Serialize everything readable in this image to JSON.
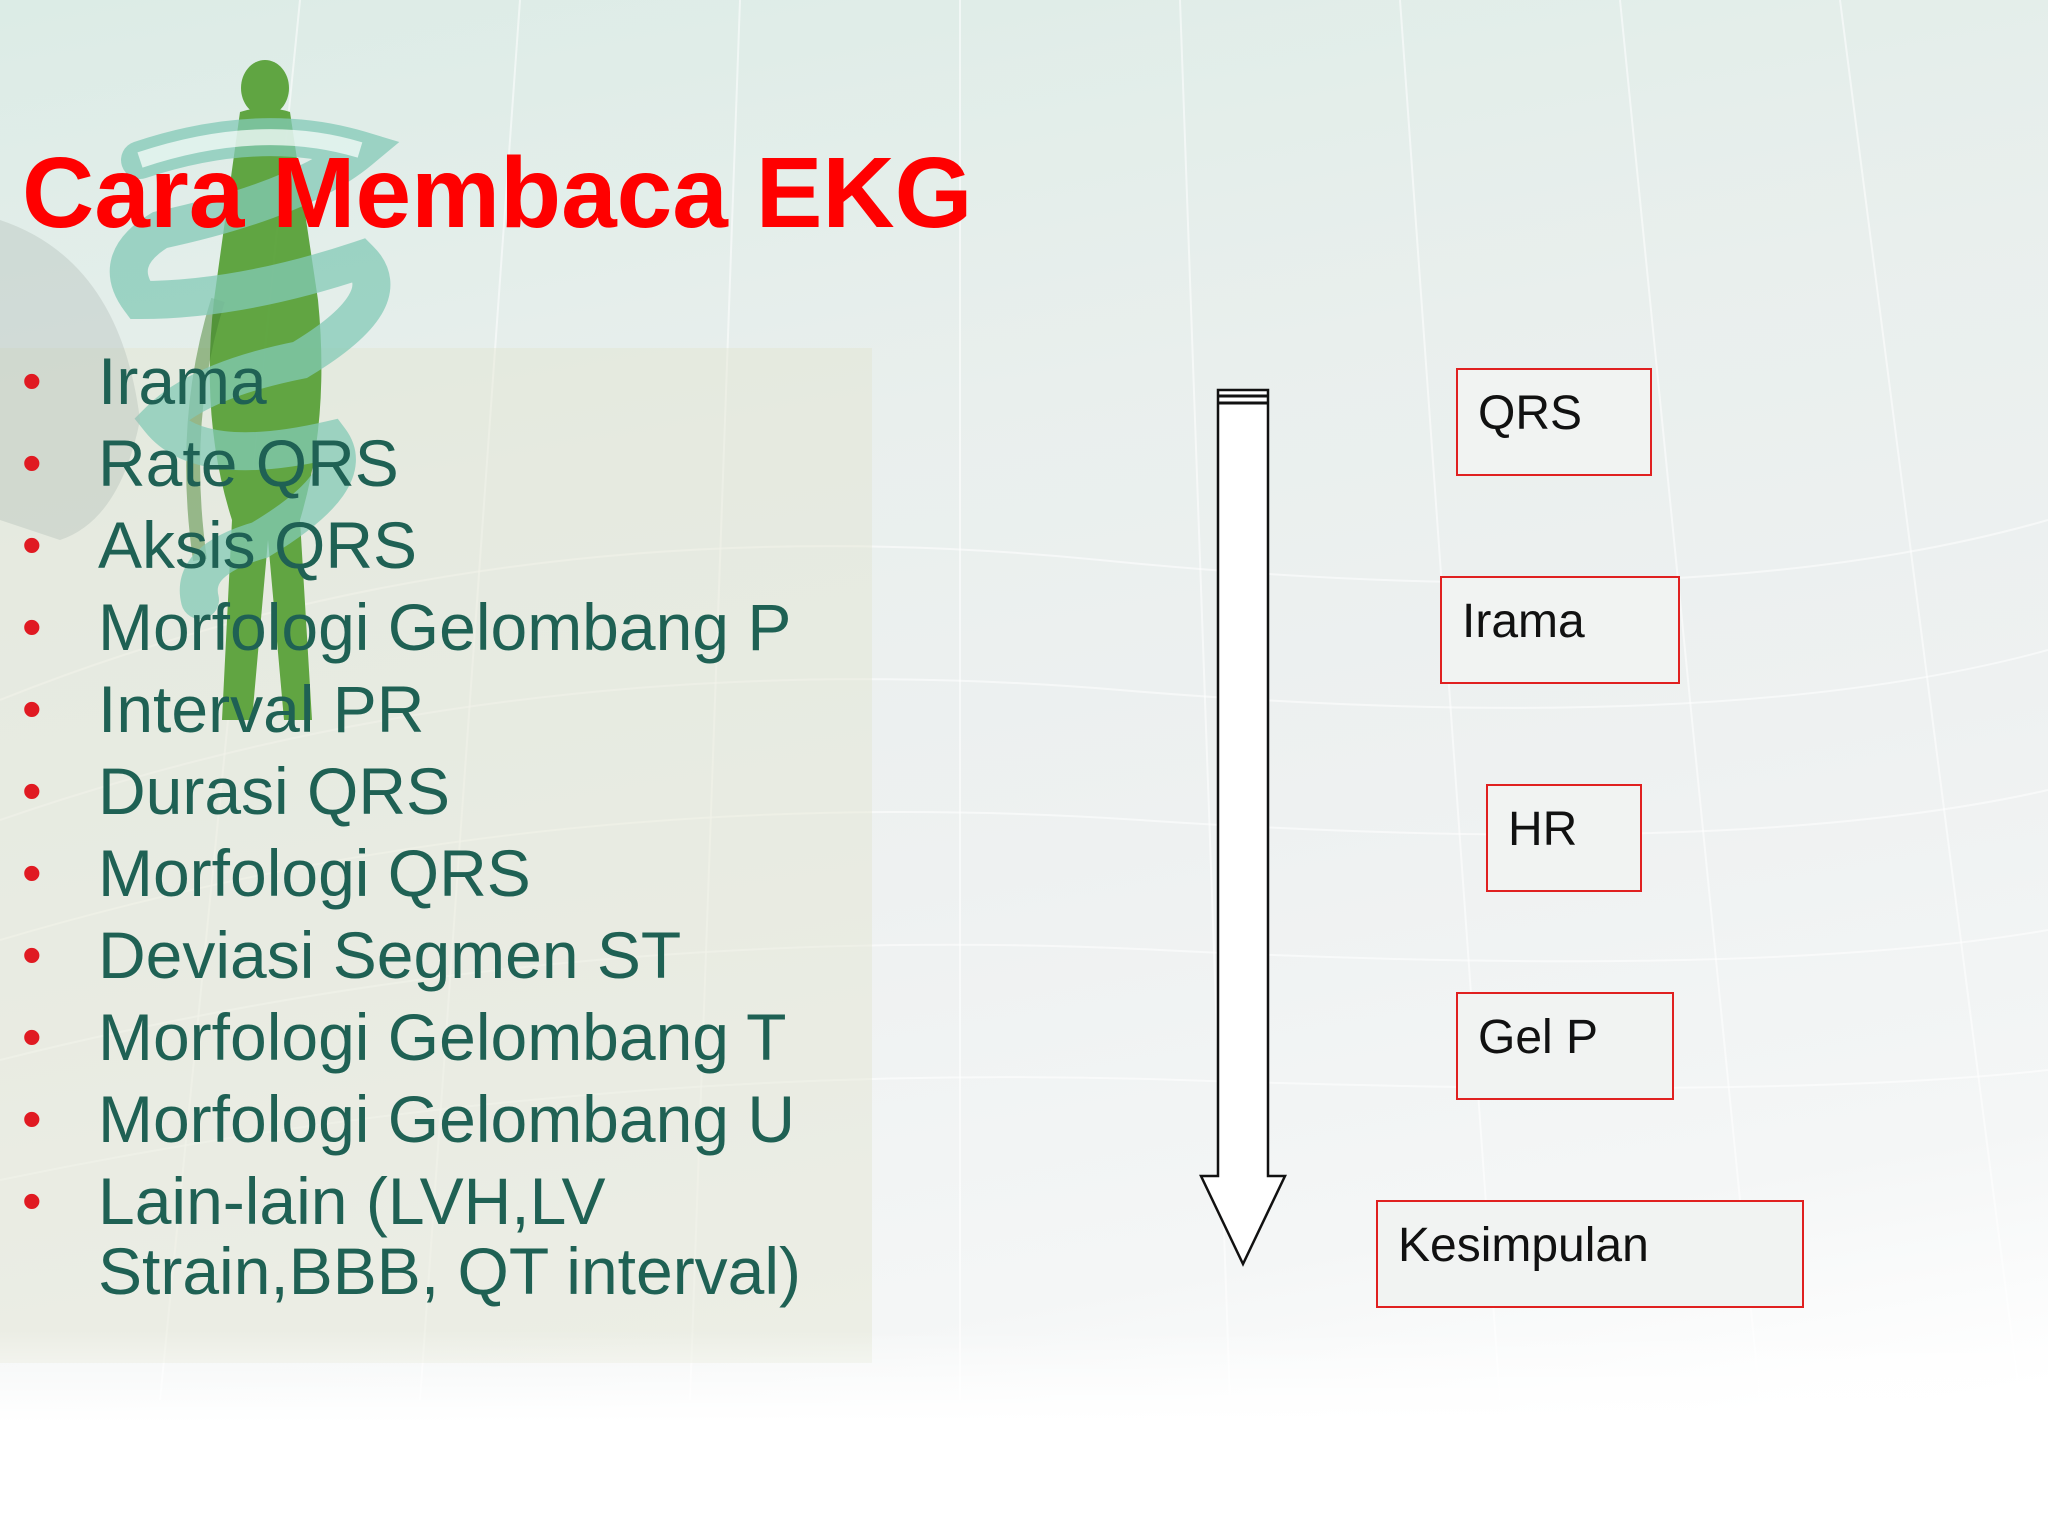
{
  "slide": {
    "title": "Cara Membaca EKG",
    "bullets": [
      "Irama",
      "Rate QRS",
      "Aksis QRS",
      "Morfologi Gelombang P",
      "Interval PR",
      "Durasi QRS",
      "Morfologi QRS",
      "Deviasi Segmen ST",
      "Morfologi Gelombang T",
      "Morfologi Gelombang U",
      "Lain-lain (LVH,LV Strain,BBB, QT interval)"
    ],
    "bullet_symbol": "•",
    "flow_steps": [
      "QRS",
      "Irama",
      "HR",
      "Gel P",
      "Kesimpulan"
    ]
  },
  "colors": {
    "title": "#ff0000",
    "bullet_text": "#1f6154",
    "bullet_dot": "#e01a22",
    "box_border": "#e02020",
    "figure": "#5aa23a",
    "ribbon": "#7fc8b4"
  },
  "icons": {
    "figure": "caduceus-figure-icon",
    "arrow": "down-arrow-icon"
  }
}
